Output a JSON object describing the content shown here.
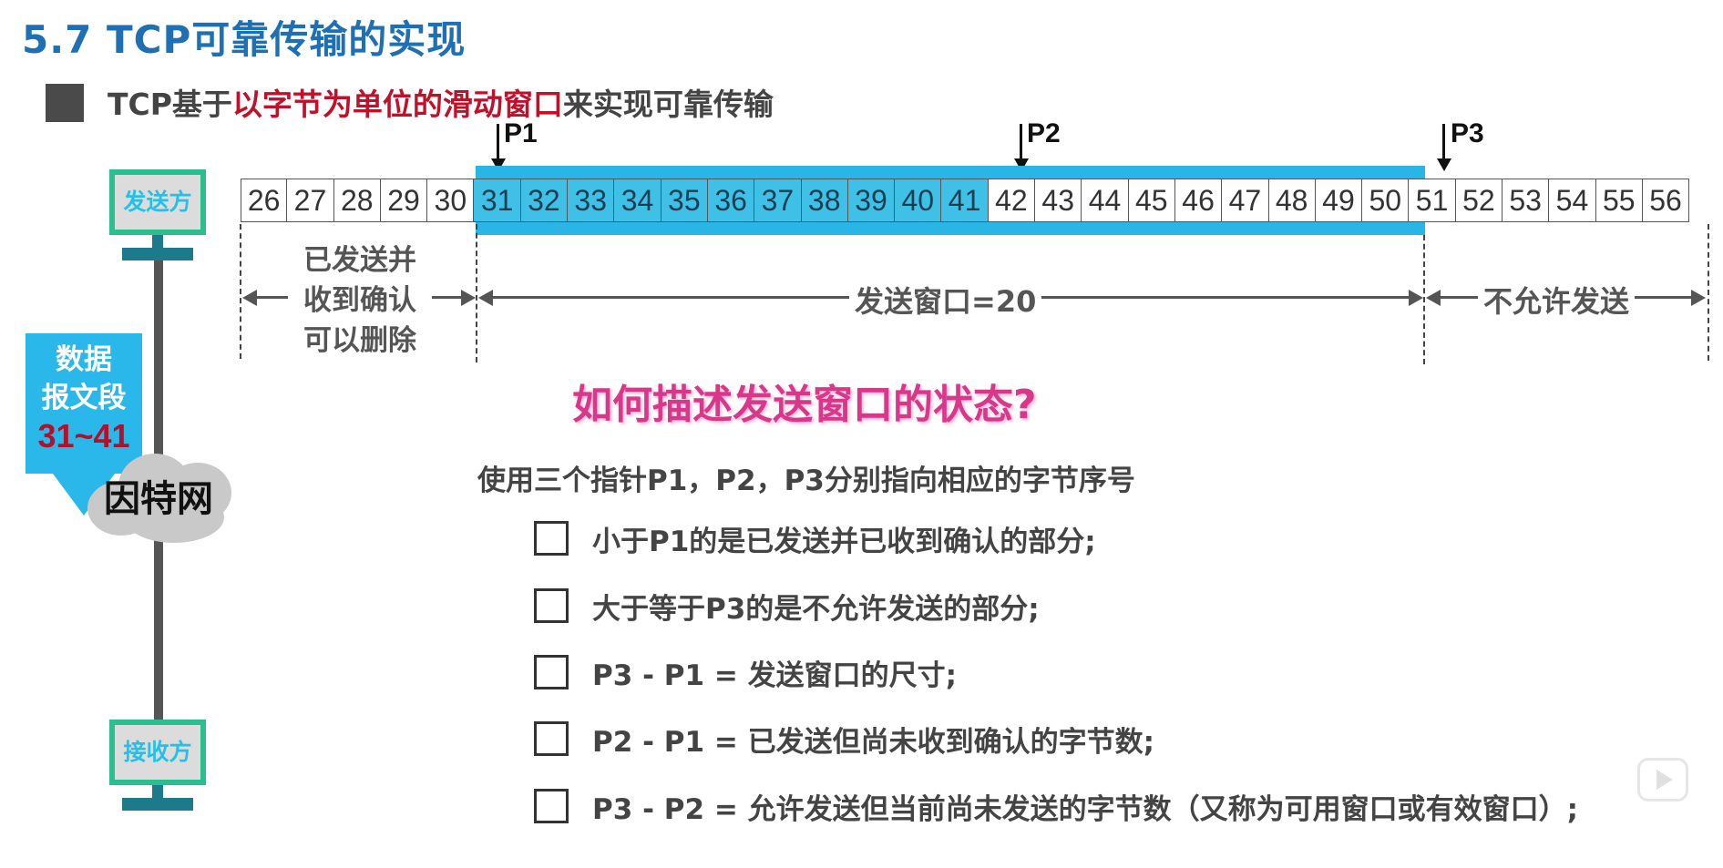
{
  "title": "5.7 TCP可靠传输的实现",
  "subtitle": {
    "prefix": "TCP基于",
    "highlight": "以字节为单位的滑动窗口",
    "suffix": "来实现可靠传输"
  },
  "bytes": [
    "26",
    "27",
    "28",
    "29",
    "30",
    "31",
    "32",
    "33",
    "34",
    "35",
    "36",
    "37",
    "38",
    "39",
    "40",
    "41",
    "42",
    "43",
    "44",
    "45",
    "46",
    "47",
    "48",
    "49",
    "50",
    "51",
    "52",
    "53",
    "54",
    "55",
    "56"
  ],
  "pointers": {
    "p1": "P1",
    "p2": "P2",
    "p3": "P3"
  },
  "regions": {
    "left_line1": "已发送并",
    "left_line2": "收到确认",
    "left_line3": "可以删除",
    "window": "发送窗口=20",
    "right": "不允许发送"
  },
  "hosts": {
    "sender": "发送方",
    "receiver": "接收方"
  },
  "segment": {
    "line1": "数据",
    "line2": "报文段",
    "range": "31~41"
  },
  "cloud": "因特网",
  "question": "如何描述发送窗口的状态?",
  "intro": "使用三个指针P1，P2，P3分别指向相应的字节序号",
  "checklist": [
    "小于P1的是已发送并已收到确认的部分;",
    "大于等于P3的是不允许发送的部分;",
    "P3 - P1 = 发送窗口的尺寸;",
    "P2 - P1 = 已发送但尚未收到确认的字节数;",
    "P3 - P2 = 允许发送但当前尚未发送的字节数（又称为可用窗口或有效窗口）;"
  ],
  "colors": {
    "title": "#1f6fb5",
    "highlight": "#c0102a",
    "window": "#29b6e6",
    "sent_bytes": "#3fc1e7",
    "host_border": "#2bbf8f",
    "question": "#d9378a"
  },
  "icons": {
    "play": "play-icon",
    "bullet": "square-bullet-icon",
    "checkbox": "checkbox-icon",
    "cloud": "cloud-icon",
    "arrow": "arrow-down-icon"
  }
}
